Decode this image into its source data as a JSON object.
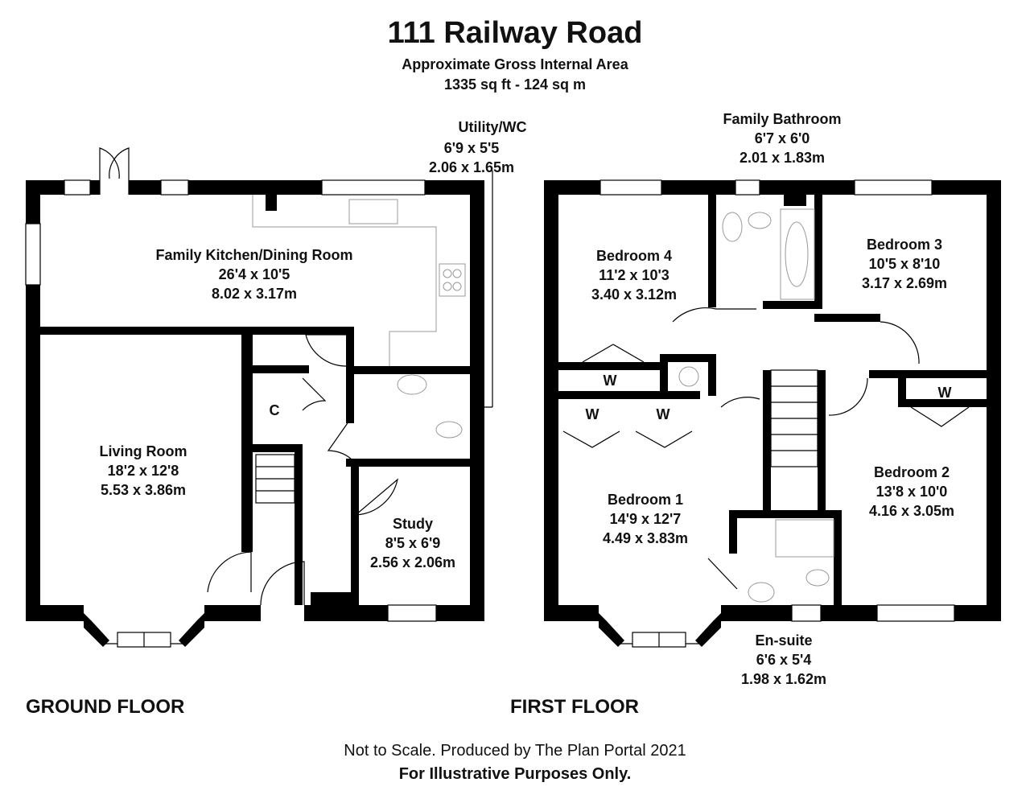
{
  "header": {
    "title": "111 Railway Road",
    "subtitle": "Approximate Gross Internal Area",
    "area": "1335 sq ft - 124 sq m"
  },
  "ground_floor": {
    "label": "GROUND FLOOR",
    "rooms": [
      {
        "name": "Family Kitchen/Dining Room",
        "imperial": "26'4 x 10'5",
        "metric": "8.02 x 3.17m"
      },
      {
        "name": "Living Room",
        "imperial": "18'2 x 12'8",
        "metric": "5.53 x 3.86m"
      },
      {
        "name": "Study",
        "imperial": "8'5 x 6'9",
        "metric": "2.56 x 2.06m"
      },
      {
        "name": "Utility/WC",
        "imperial": "6'9 x 5'5",
        "metric": "2.06 x 1.65m"
      }
    ],
    "cupboard": "C"
  },
  "first_floor": {
    "label": "FIRST FLOOR",
    "rooms": [
      {
        "name": "Family Bathroom",
        "imperial": "6'7 x 6'0",
        "metric": "2.01 x 1.83m"
      },
      {
        "name": "Bedroom 4",
        "imperial": "11'2 x 10'3",
        "metric": "3.40 x 3.12m"
      },
      {
        "name": "Bedroom 3",
        "imperial": "10'5 x 8'10",
        "metric": "3.17 x 2.69m"
      },
      {
        "name": "Bedroom 1",
        "imperial": "14'9 x 12'7",
        "metric": "4.49 x 3.83m"
      },
      {
        "name": "Bedroom 2",
        "imperial": "13'8 x 10'0",
        "metric": "4.16 x 3.05m"
      },
      {
        "name": "En-suite",
        "imperial": "6'6 x 5'4",
        "metric": "1.98 x 1.62m"
      }
    ],
    "wardrobe": "W"
  },
  "footer": {
    "note": "Not to Scale. Produced by The Plan Portal 2021",
    "disclaimer": "For Illustrative Purposes Only."
  }
}
